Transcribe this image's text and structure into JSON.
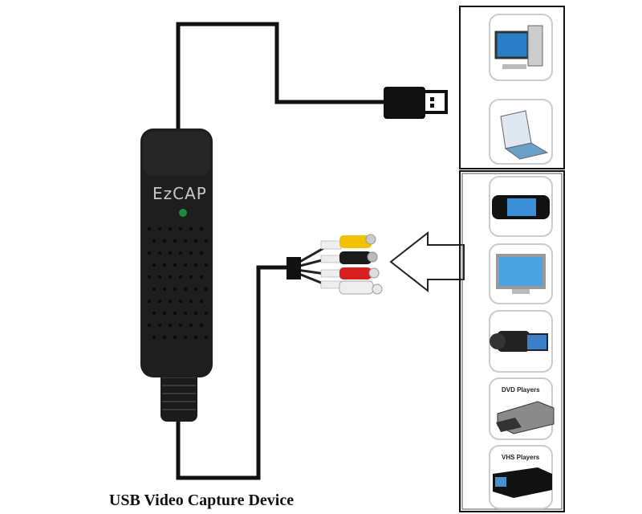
{
  "device": {
    "brand": "EzCAP",
    "caption": "USB Video Capture Device"
  },
  "sources": {
    "computers": [
      {
        "icon": "desktop-computer-icon"
      },
      {
        "icon": "laptop-icon"
      }
    ],
    "video_sources": [
      {
        "icon": "handheld-game-console-icon"
      },
      {
        "icon": "tv-monitor-icon"
      },
      {
        "icon": "camcorder-icon"
      },
      {
        "icon": "dvd-player-icon",
        "label": "DVD Players"
      },
      {
        "icon": "vhs-player-icon",
        "label": "VHS Players"
      }
    ]
  },
  "colors": {
    "rca_yellow": "#f2c200",
    "rca_black": "#1a1a1a",
    "rca_red": "#d81e1e",
    "rca_white": "#eeeeee",
    "led": "#1f8a3a"
  }
}
